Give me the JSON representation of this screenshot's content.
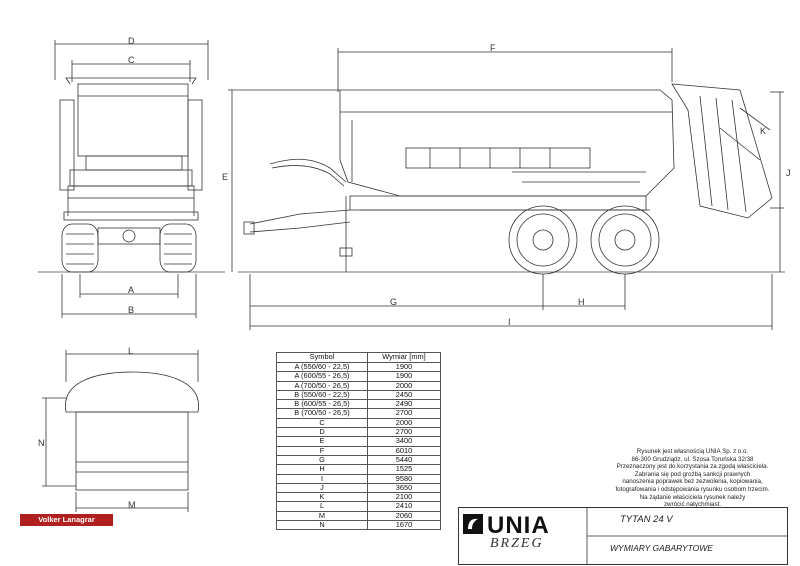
{
  "dimension_labels": {
    "a_front": "A",
    "b_front": "B",
    "c_front": "C",
    "d_front": "D",
    "e_side": "E",
    "f_side": "F",
    "g_side": "G",
    "h_side": "H",
    "i_side": "I",
    "j_side": "J",
    "k_side": "K",
    "l_top": "L",
    "m_top": "M",
    "n_top": "N"
  },
  "table": {
    "headers": [
      "Symbol",
      "Wymiar [mm]"
    ],
    "rows": [
      [
        "A (550/60 - 22,5)",
        "1900"
      ],
      [
        "A (600/55 - 26,5)",
        "1900"
      ],
      [
        "A (700/50 - 26,5)",
        "2000"
      ],
      [
        "B (550/60 - 22,5)",
        "2450"
      ],
      [
        "B (600/55 - 26,5)",
        "2490"
      ],
      [
        "B (700/50 - 26,5)",
        "2700"
      ],
      [
        "C",
        "2000"
      ],
      [
        "D",
        "2700"
      ],
      [
        "E",
        "3400"
      ],
      [
        "F",
        "6010"
      ],
      [
        "G",
        "5440"
      ],
      [
        "H",
        "1525"
      ],
      [
        "I",
        "9580"
      ],
      [
        "J",
        "3650"
      ],
      [
        "K",
        "2100"
      ],
      [
        "L",
        "2410"
      ],
      [
        "M",
        "2060"
      ],
      [
        "N",
        "1670"
      ]
    ]
  },
  "copyright_note": [
    "Rysunek jest własnością UNIA Sp. z o.o.",
    "86-300 Grudziądz, ul. Szosa Toruńska 32/38",
    "Przeznaczony jest do korzystania za zgodą właściciela.",
    "Zabrania się pod groźbą sankcji prawnych",
    "nanoszenia poprawek bez zezwolenia, kopiowania,",
    "fotografowania i odstępowania rysunku osobom trzecim.",
    "Na żądanie właściciela rysunek należy",
    "zwrócić natychmiast."
  ],
  "title_block": {
    "brand": "UNIA",
    "city": "BRZEG",
    "model": "TYTAN 24 V",
    "drawing_title": "WYMIARY GABARYTOWE"
  },
  "watermark": "Volker Lanagrar",
  "colors": {
    "line": "#333333",
    "accent_red": "#b02020"
  }
}
